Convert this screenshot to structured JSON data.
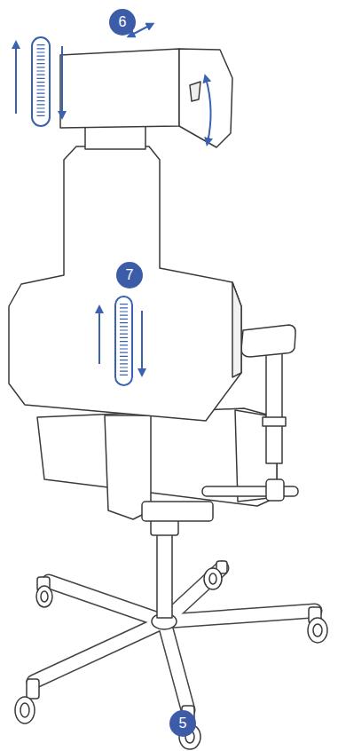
{
  "diagram": {
    "nodes": [
      {
        "text": [
          "6"
        ]
      },
      {
        "text": [
          "7"
        ]
      },
      {
        "text": [
          "5"
        ]
      }
    ]
  }
}
